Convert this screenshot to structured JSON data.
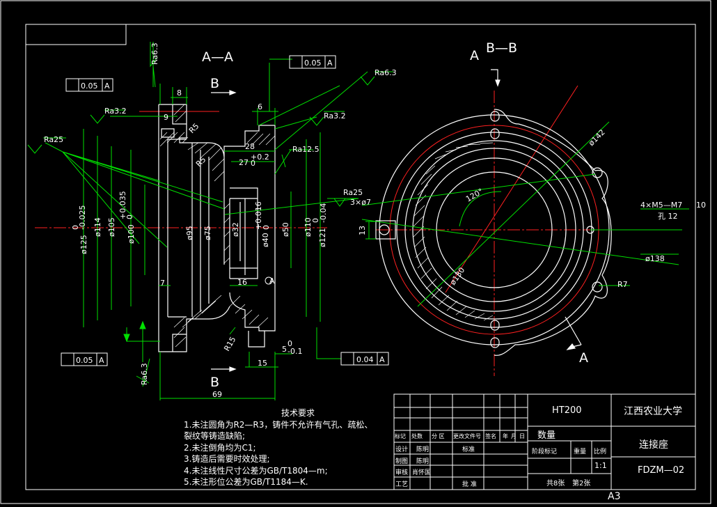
{
  "view_labels": {
    "section_aa": "A—A",
    "section_bb": "B—B",
    "cut_b_top": "B",
    "cut_b_bottom": "B",
    "cut_a_top": "A",
    "cut_a_bottom": "A"
  },
  "roughness": [
    "Ra6.3",
    "Ra6.3",
    "Ra3.2",
    "Ra3.2",
    "Ra25",
    "Ra12.5",
    "Ra25",
    "Ra6.3"
  ],
  "tolerances": [
    {
      "value": "0.05",
      "datum": "A"
    },
    {
      "value": "0.05",
      "datum": "A"
    },
    {
      "value": "0.05",
      "datum": "A"
    },
    {
      "value": "0.04",
      "datum": "A"
    }
  ],
  "dimensions_aa": {
    "d8": "8",
    "d9": "9",
    "d6": "6",
    "d28": "28",
    "d27": "27",
    "d27_tol": "+0.2",
    "d27_tol0": "0",
    "r5a": "R5",
    "r5b": "R5",
    "r15": "R15",
    "d16": "16",
    "d15": "15",
    "d7": "7",
    "d5": "5",
    "d5_tol": "0",
    "d5_tol2": "-0.1",
    "d69": "69",
    "phi125": "ø125",
    "phi125_tol": "0",
    "phi125_tol2": "-0.025",
    "phi114": "ø114",
    "phi105": "ø105",
    "phi100": "ø100",
    "phi100_tol": "+0.035",
    "phi100_tol2": "0",
    "phi95": "ø95",
    "phi75": "ø75",
    "phi32": "ø32",
    "phi40": "ø40",
    "phi40_tol": "+0.016",
    "phi40_tol2": "0",
    "phi50": "ø50",
    "phi110": "ø110",
    "phi121": "ø121",
    "phi121_tol": "0",
    "phi121_tol2": "-0.04",
    "datum": "A"
  },
  "dimensions_bb": {
    "phi142": "ø142",
    "angle120": "120°",
    "holes3": "3×ø7",
    "d13": "13",
    "phi130": "ø130",
    "thread": "4×M5—M7",
    "thread_depth": "10",
    "hole_depth": "孔 12",
    "phi138": "ø138",
    "r7": "R7"
  },
  "notes": {
    "title": "技术要求",
    "items": [
      "1.未注圆角为R2—R3，铸件不允许有气孔、疏松、",
      "裂纹等铸造缺陷;",
      "2.未注倒角均为C1;",
      "3.铸造后需要时效处理;",
      "4.未注线性尺寸公差为GB/T1804—m;",
      "5.未注形位公差为GB/T1184—K."
    ]
  },
  "title_block": {
    "material": "HT200",
    "school": "江西农业大学",
    "part_name": "连接座",
    "drawing_no": "FDZM—02",
    "quantity": "数量",
    "stage_mark": "阶段标记",
    "weight": "重量",
    "scale_label": "比例",
    "scale": "1:1",
    "sheets_total": "共8张",
    "sheet_no": "第2张",
    "rev_headers": [
      "标记",
      "处数",
      "分  区",
      "更改文件号",
      "签名",
      "年",
      "月",
      "日"
    ],
    "rows": [
      {
        "role": "设计",
        "name": "陈明",
        "extra": "标准"
      },
      {
        "role": "制图",
        "name": "陈明",
        "extra": ""
      },
      {
        "role": "审核",
        "name": "肖怀国",
        "extra": ""
      },
      {
        "role": "工艺",
        "name": "",
        "extra": "批  准"
      }
    ],
    "sheet_size": "A3"
  }
}
